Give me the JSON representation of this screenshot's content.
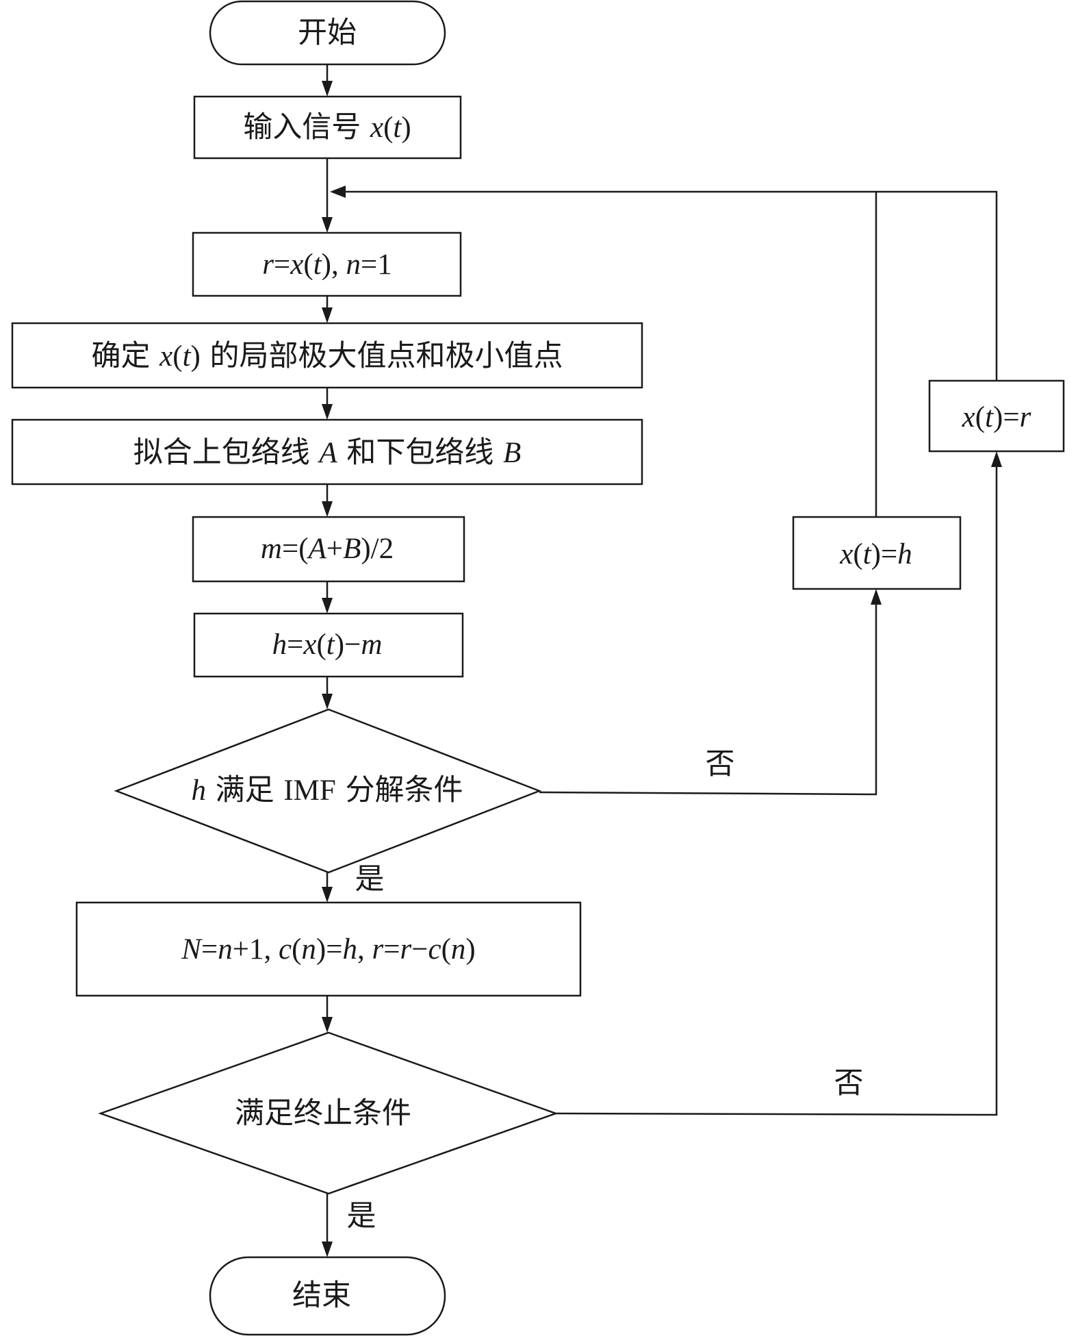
{
  "nodes": {
    "start": "开始",
    "input": [
      "输入信号 ",
      "x",
      "(",
      "t",
      ")"
    ],
    "init": [
      "r",
      "=",
      "x",
      "(",
      "t",
      "), ",
      "n",
      "=1"
    ],
    "extrema": [
      "确定 ",
      "x",
      "(",
      "t",
      ")",
      " 的局部极大值点和极小值点"
    ],
    "envelope": [
      "拟合上包络线 ",
      "A",
      " 和下包络线 ",
      "B"
    ],
    "mean": [
      "m",
      "=(",
      "A",
      "+",
      "B",
      ")/2"
    ],
    "diff": [
      "h",
      "=",
      "x",
      "(",
      "t",
      ")−",
      "m"
    ],
    "imf_check": [
      "h",
      " 满足 ",
      "IMF",
      " 分解条件"
    ],
    "update": [
      "N",
      "=",
      "n",
      "+1, ",
      "c",
      "(",
      "n",
      ")=",
      "h",
      ", ",
      "r",
      "=",
      "r",
      "−",
      "c",
      "(",
      "n",
      ")"
    ],
    "stop_check": "满足终止条件",
    "end": "结束",
    "set_h": [
      "x",
      "(",
      "t",
      ")=",
      "h"
    ],
    "set_r": [
      "x",
      "(",
      "t",
      ")=",
      "r"
    ]
  },
  "edge_labels": {
    "imf_no": "否",
    "imf_yes": "是",
    "stop_no": "否",
    "stop_yes": "是"
  }
}
